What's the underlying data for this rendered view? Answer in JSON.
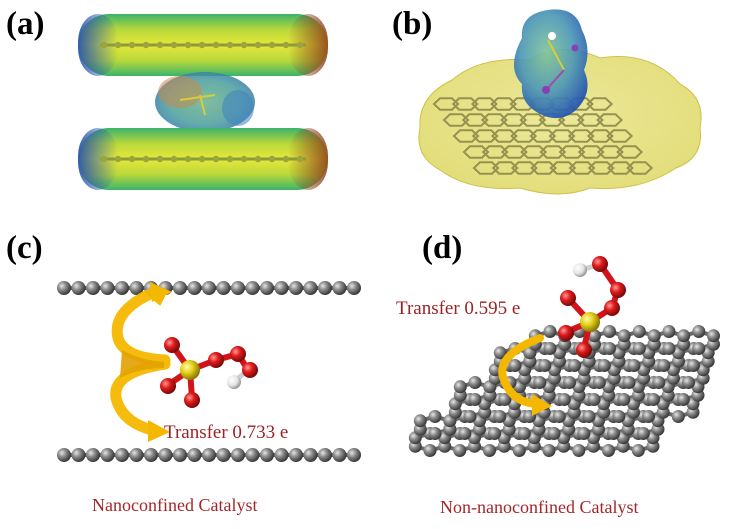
{
  "panels": [
    {
      "id": "a",
      "label": "(a)"
    },
    {
      "id": "b",
      "label": "(b)"
    },
    {
      "id": "c",
      "label": "(c)",
      "annotation": "Transfer 0.733 e",
      "caption": "Nanoconfined Catalyst"
    },
    {
      "id": "d",
      "label": "(d)",
      "annotation": "Transfer 0.595 e",
      "caption": "Non-nanoconfined Catalyst"
    }
  ],
  "colors": {
    "carbon": "#6f6f6f",
    "oxygen": "#d1141b",
    "sulfur": "#e3cf17",
    "hydrogen": "#f2f2f2",
    "arrow": "#f5b800",
    "text": "#a4262c"
  }
}
